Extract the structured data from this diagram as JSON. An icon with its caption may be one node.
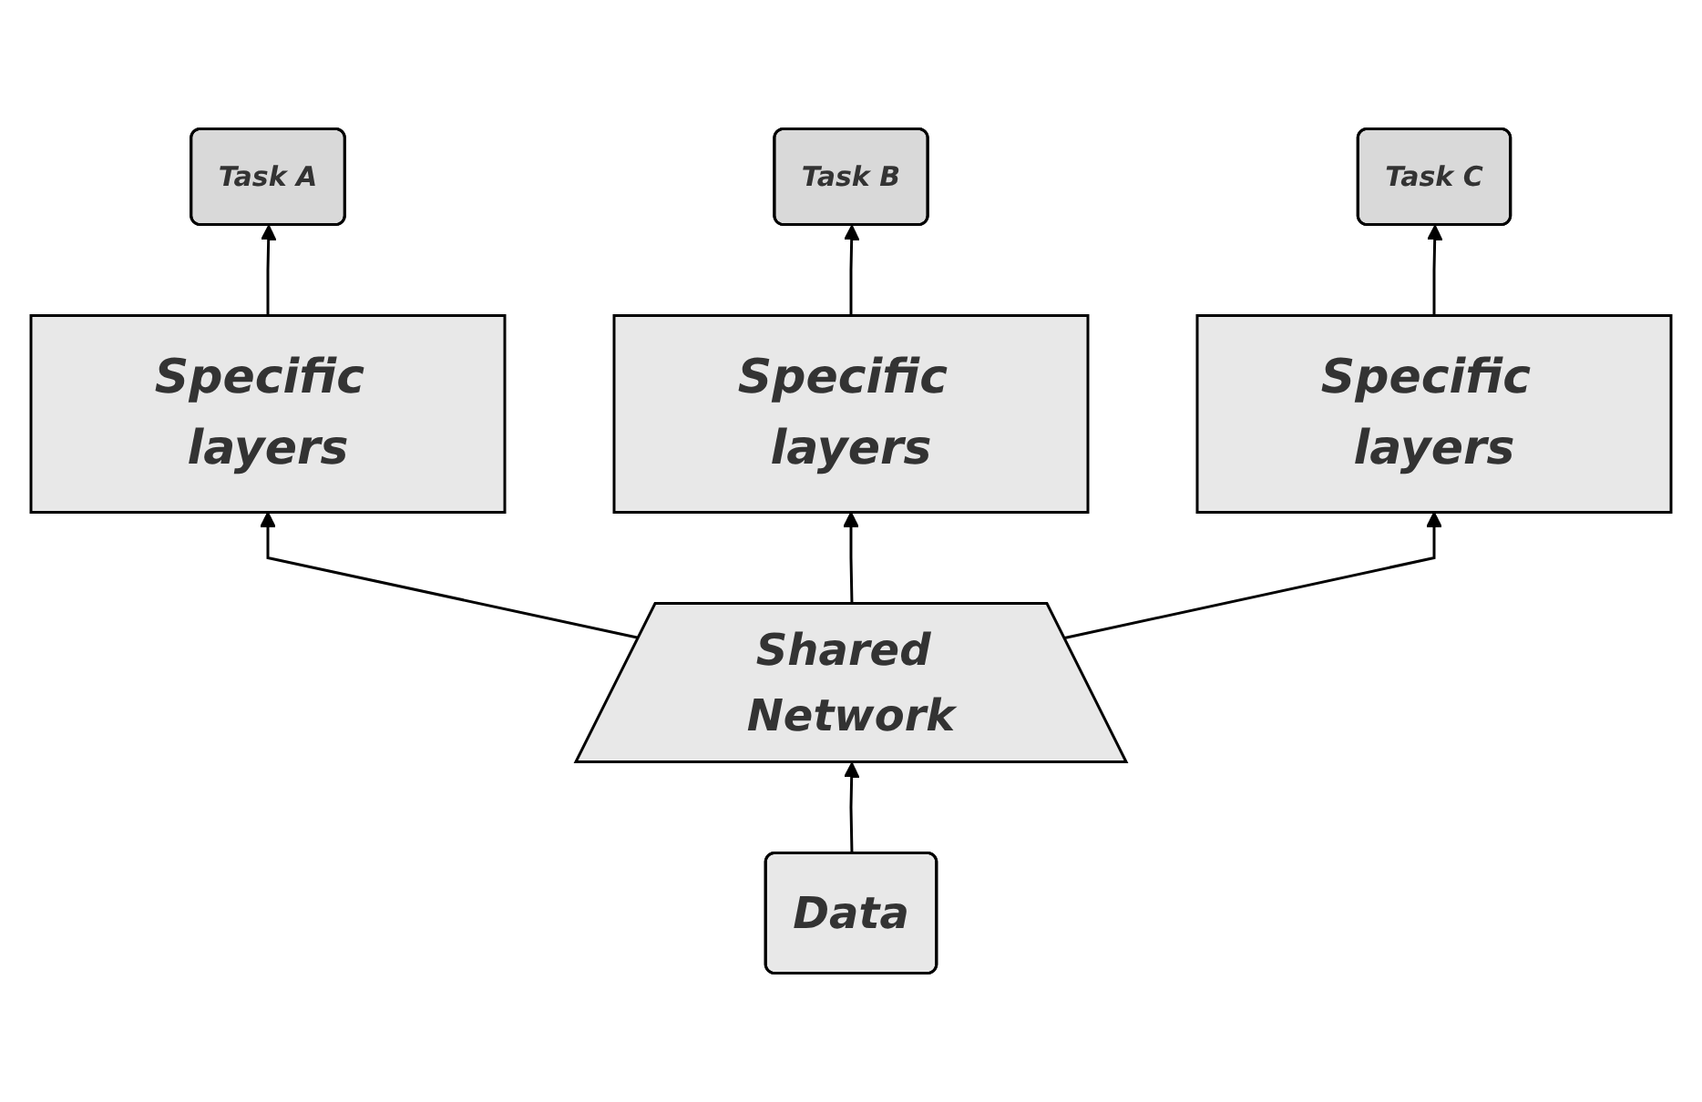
{
  "diagram": {
    "nodes": [
      {
        "text": [
          "Task A"
        ]
      },
      {
        "text": [
          "Task B"
        ]
      },
      {
        "text": [
          "Task C"
        ]
      },
      {
        "text": [
          "Specific layers"
        ]
      },
      {
        "text": [
          "Specific layers"
        ]
      },
      {
        "text": [
          "Specific layers"
        ]
      },
      {
        "text": [
          "Shared Network"
        ]
      },
      {
        "text": [
          "Data"
        ]
      }
    ],
    "edges": [
      {
        "from": 3,
        "to": 0,
        "arrow": "to"
      },
      {
        "from": 4,
        "to": 1,
        "arrow": "to"
      },
      {
        "from": 5,
        "to": 2,
        "arrow": "to"
      },
      {
        "from": 6,
        "to": 3,
        "arrow": "to"
      },
      {
        "from": 6,
        "to": 4,
        "arrow": "to"
      },
      {
        "from": 6,
        "to": 5,
        "arrow": "to"
      },
      {
        "from": 7,
        "to": 6,
        "arrow": "to"
      }
    ]
  }
}
